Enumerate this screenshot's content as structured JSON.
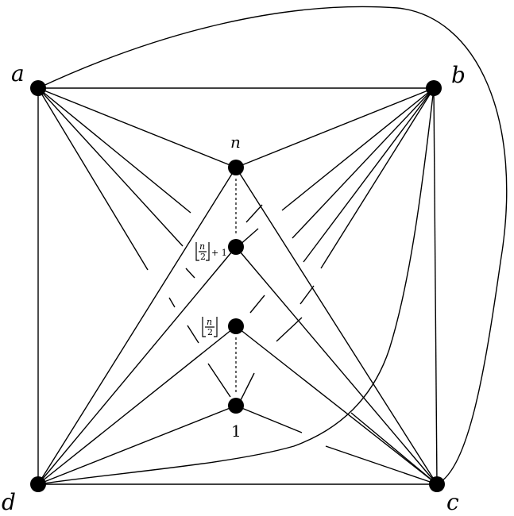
{
  "vertices": {
    "a": {
      "label": "a"
    },
    "b": {
      "label": "b"
    },
    "c": {
      "label": "c"
    },
    "d": {
      "label": "d"
    }
  },
  "inner_nodes": {
    "top": {
      "label": "n"
    },
    "upper_mid": {
      "label_num": "n",
      "label_den": "2",
      "label_suffix": "+ 1"
    },
    "lower_mid": {
      "label_num": "n",
      "label_den": "2"
    },
    "bottom": {
      "label": "1"
    }
  },
  "colors": {
    "stroke": "#000000",
    "background": "#ffffff"
  }
}
